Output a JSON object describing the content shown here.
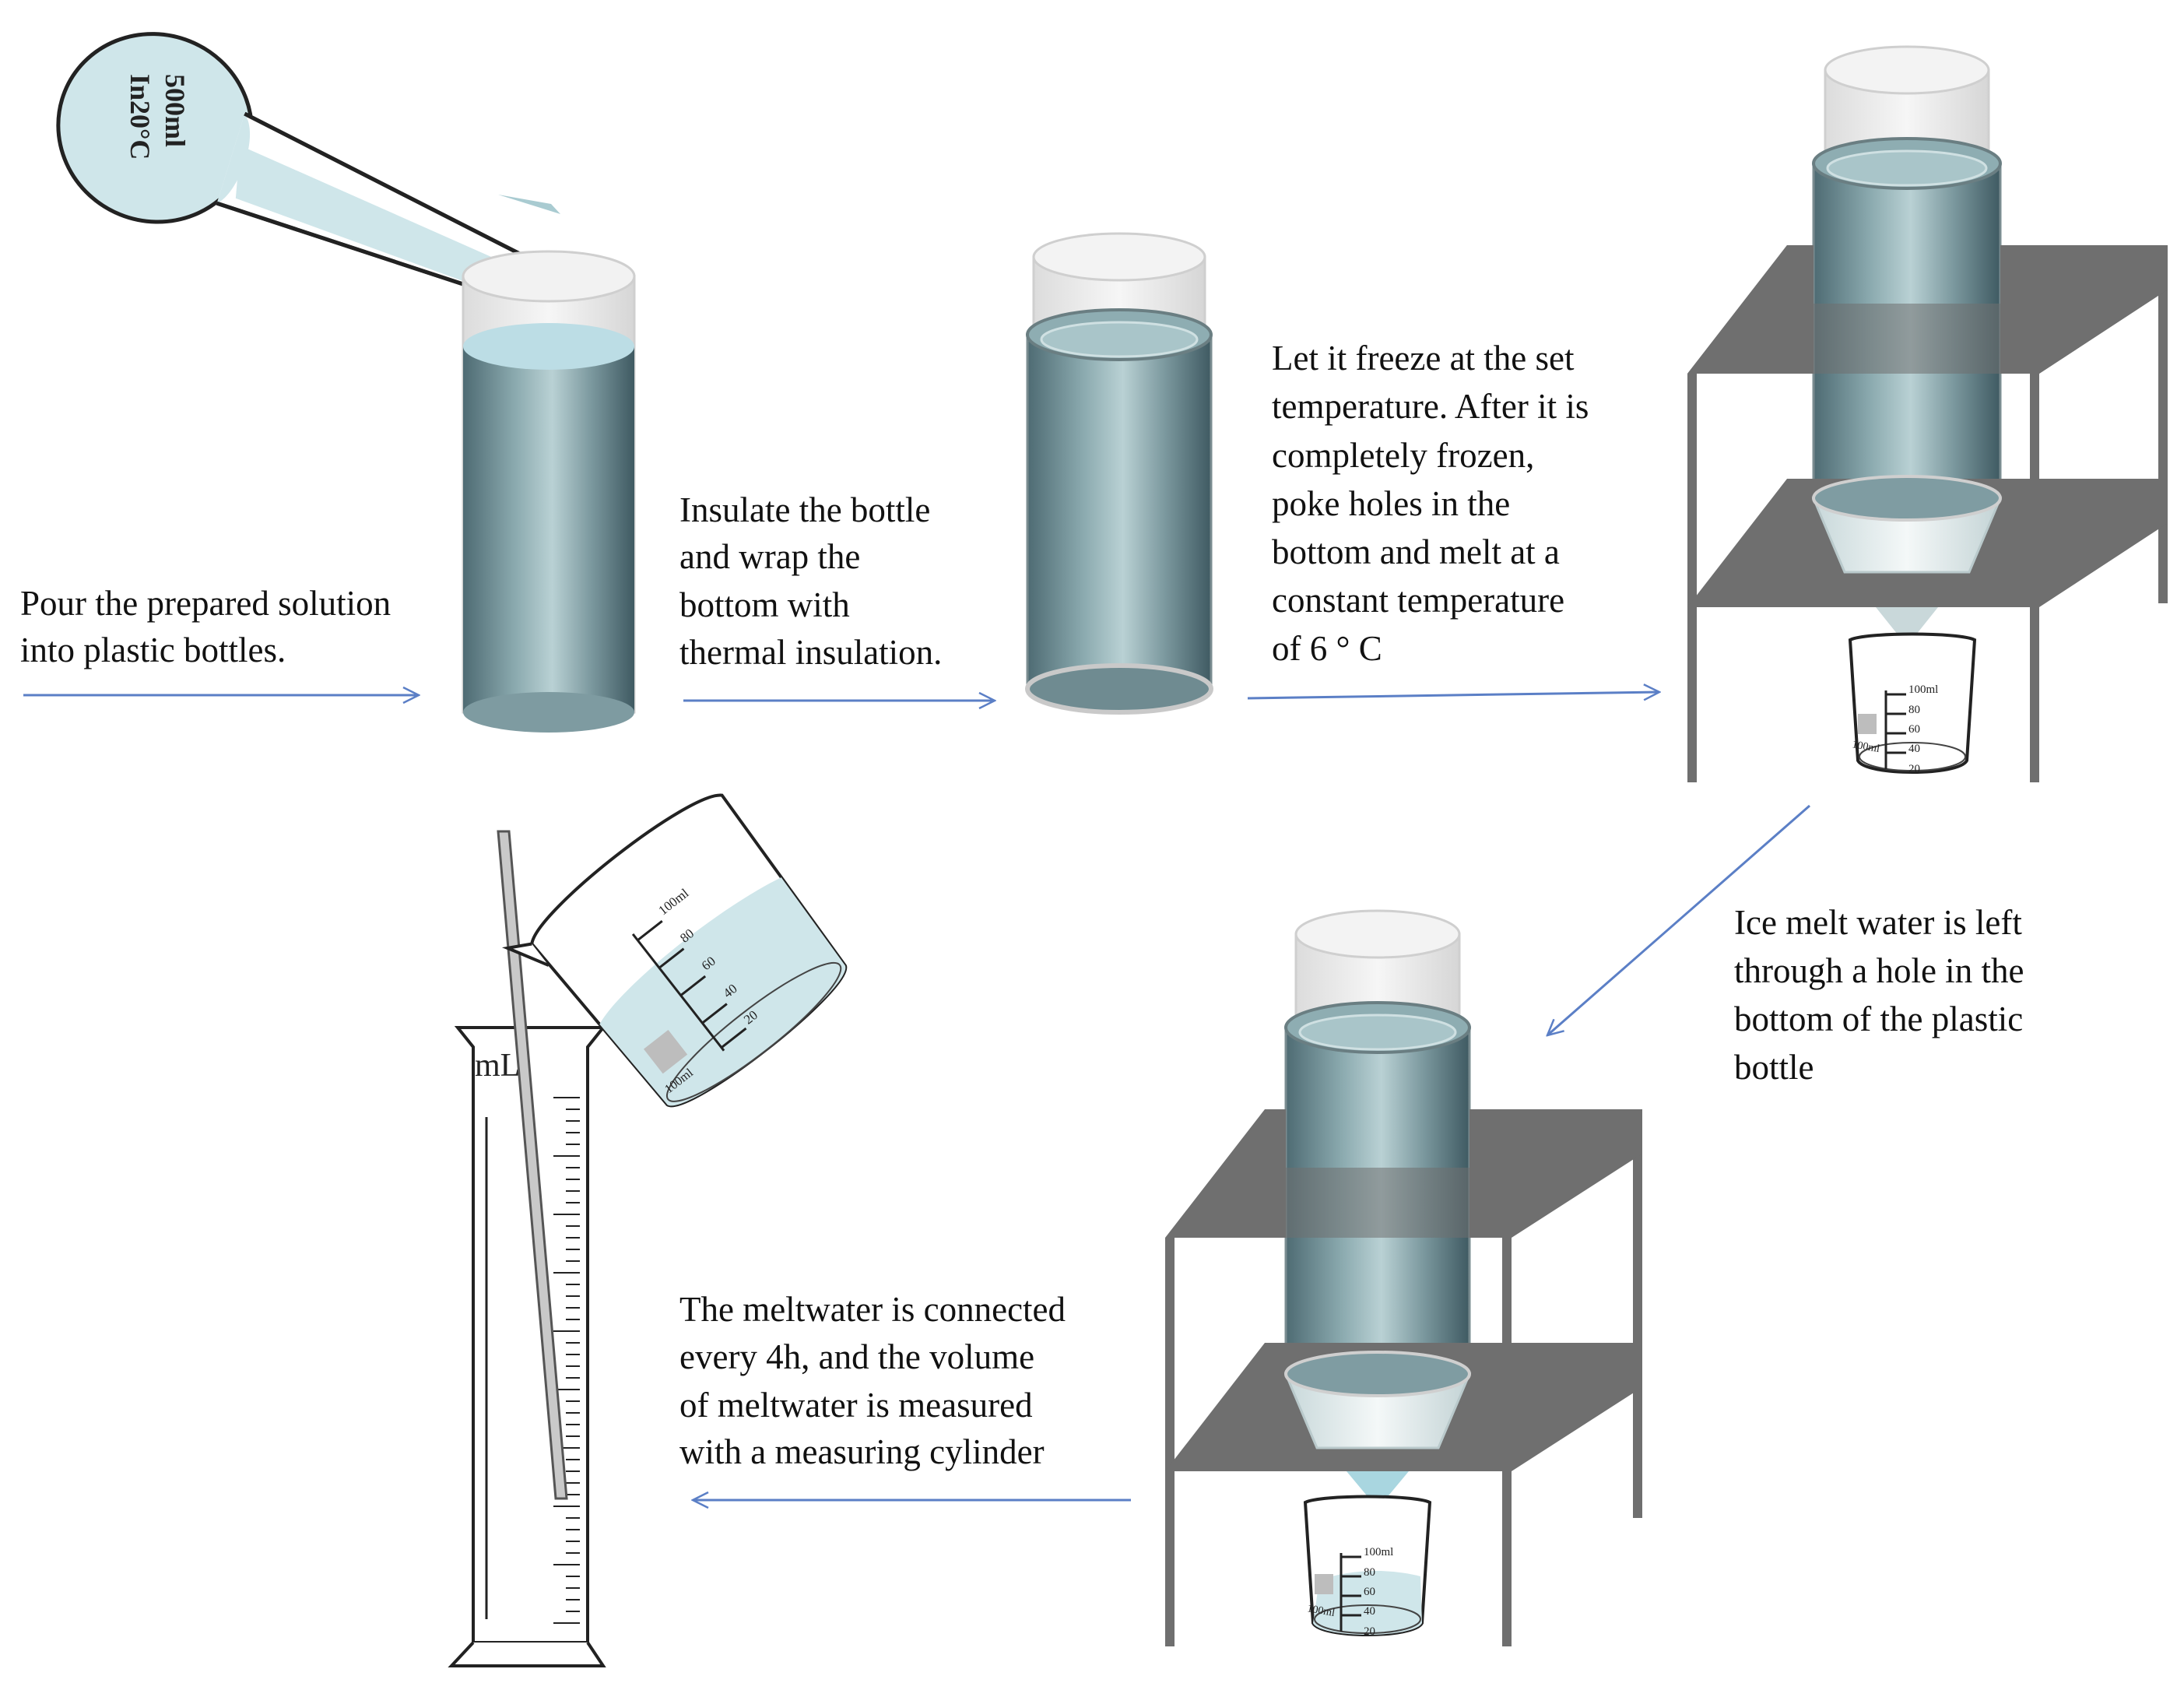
{
  "captions": {
    "step1": [
      "Pour the prepared solution",
      "into plastic bottles."
    ],
    "step2": [
      "Insulate the bottle",
      "and wrap the",
      "bottom with",
      "thermal insulation."
    ],
    "step3": [
      "Let it freeze at the set",
      "temperature. After it is",
      "completely frozen,",
      "poke holes in the",
      "bottom and melt at a",
      "constant temperature",
      "of 6 ° C"
    ],
    "step4": [
      "Ice melt water is left",
      "through a hole in the",
      "bottom of the plastic",
      "bottle"
    ],
    "step5": [
      "The meltwater is connected",
      "every 4h, and the volume",
      "of meltwater is measured",
      "with a measuring cylinder"
    ]
  },
  "flask": {
    "label_line1": "500ml",
    "label_line2": "In20°C"
  },
  "beaker": {
    "scale": [
      "100ml",
      "80",
      "60",
      "40",
      "20"
    ],
    "capacity": "100ml"
  },
  "cylinder": {
    "unit": "mL"
  },
  "colors": {
    "arrow": "#5b7fc6",
    "liquid": "#a9cbd1",
    "ice_dark": "#4e6b73",
    "ice_mid": "#a5c1c6",
    "stand": "#6f6f6f"
  },
  "icons": [
    "volumetric-flask-icon",
    "plastic-bottle-icon",
    "insulated-bottle-icon",
    "stand-icon",
    "beaker-icon",
    "measuring-cylinder-icon",
    "glass-rod-icon"
  ]
}
